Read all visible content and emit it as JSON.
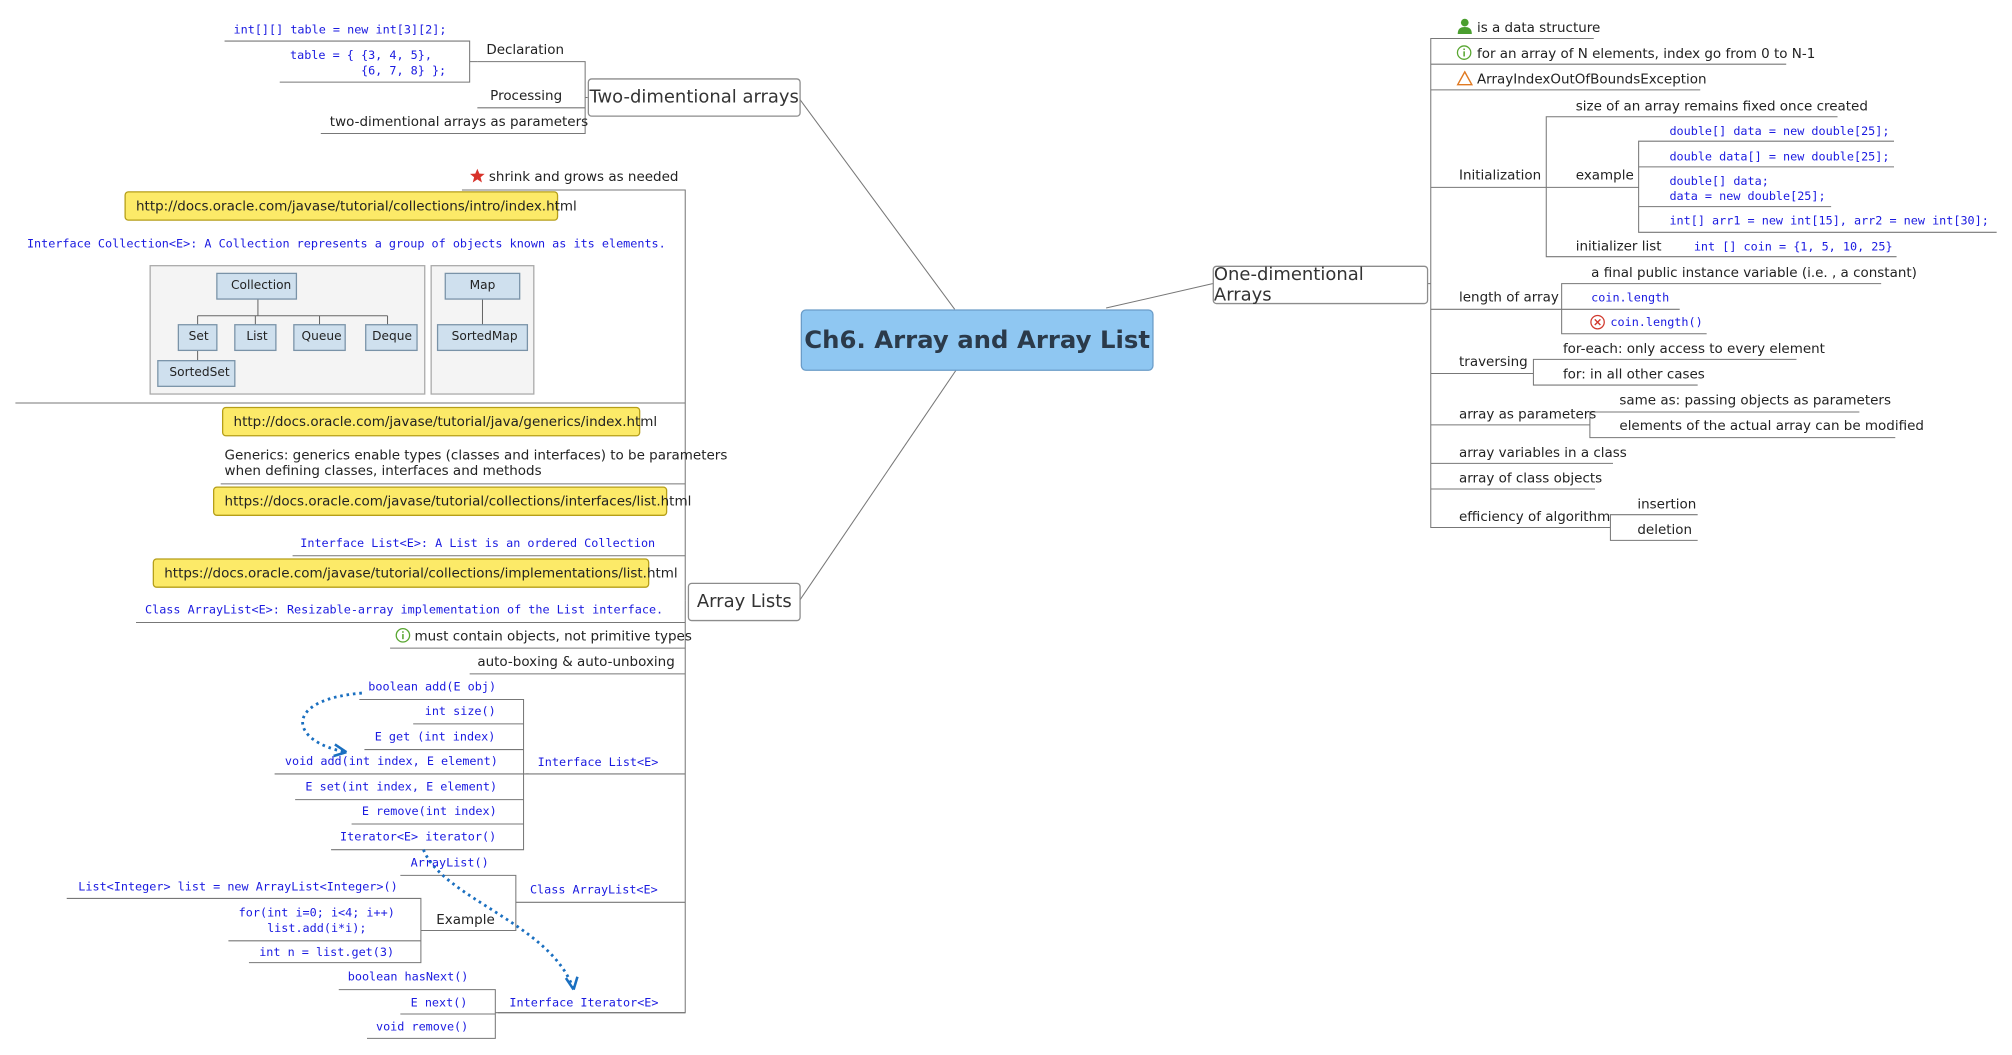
{
  "title": "Ch6. Array and Array List",
  "two_dim": {
    "label": "Two-dimentional arrays",
    "declaration": "Declaration",
    "decl_code1": "int[][] table = new int[3][2];",
    "decl_code2": "table = { {3, 4, 5},\n          {6, 7, 8} };",
    "processing": "Processing",
    "params": "two-dimentional arrays as parameters"
  },
  "array_lists": {
    "label": "Array Lists",
    "shrink": "shrink and grows as needed",
    "link_collections": "http://docs.oracle.com/javase/tutorial/collections/intro/index.html",
    "interface_collection": "Interface Collection<E>: A Collection represents a group of objects known as its elements.",
    "hierarchy": [
      "Collection",
      "Set",
      "List",
      "Queue",
      "Deque",
      "SortedSet",
      "Map",
      "SortedMap"
    ],
    "link_generics": "http://docs.oracle.com/javase/tutorial/java/generics/index.html",
    "generics_text": "Generics: generics enable types (classes and interfaces) to be parameters\nwhen defining classes, interfaces and methods",
    "link_list": "https://docs.oracle.com/javase/tutorial/collections/interfaces/list.html",
    "interface_list_desc": "Interface List<E>: A List is an ordered Collection",
    "link_impl": "https://docs.oracle.com/javase/tutorial/collections/implementations/list.html",
    "class_arraylist_desc": "Class ArrayList<E>: Resizable-array implementation of the List interface.",
    "must_contain": "must contain objects, not primitive types",
    "autoboxing": "auto-boxing & auto-unboxing",
    "interface_list": "Interface List<E>",
    "list_methods": [
      "boolean add(E obj)",
      "int size()",
      "E get (int index)",
      "void add(int index, E element)",
      "E set(int index, E element)",
      "E remove(int index)",
      "Iterator<E> iterator()"
    ],
    "class_arraylist": "Class ArrayList<E>",
    "arraylist_ctor": "ArrayList()",
    "example": "Example",
    "example_code": [
      "List<Integer> list = new ArrayList<Integer>()",
      "for(int i=0; i<4; i++)\n    list.add(i*i);",
      "int n = list.get(3)"
    ],
    "interface_iterator": "Interface Iterator<E>",
    "iterator_methods": [
      "boolean hasNext()",
      "E next()",
      "void remove()"
    ]
  },
  "one_dim": {
    "label": "One-dimentional Arrays",
    "data_structure": "is a data structure",
    "index_range": "for an array of N elements, index go from 0 to N-1",
    "exception": "ArrayIndexOutOfBoundsException",
    "initialization": "Initialization",
    "fixed_size": "size of an array remains fixed once created",
    "example": "example",
    "example_codes": [
      "double[] data = new double[25];",
      "double data[] = new double[25];",
      "double[] data;\ndata = new double[25];",
      "int[] arr1 = new int[15], arr2 = new int[30];"
    ],
    "initializer_list": "initializer list",
    "initializer_code": "int [] coin = {1, 5, 10, 25}",
    "length_of_array": "length of array",
    "final_var": "a final public instance variable (i.e. , a constant)",
    "coin_length": "coin.length",
    "coin_length_wrong": "coin.length()",
    "traversing": "traversing",
    "for_each": "for-each: only access to every element",
    "for_other": "for: in all other cases",
    "array_as_params": "array as parameters",
    "same_as": "same as: passing objects as parameters",
    "modified": "elements of the actual array can be modified",
    "array_vars_class": "array variables in a class",
    "array_class_objects": "array of class objects",
    "efficiency": "efficiency of algorithm",
    "insertion": "insertion",
    "deletion": "deletion"
  },
  "colors": {
    "central": "#8fc7f2",
    "callout": "#fcea68",
    "code": "#1a1ae0",
    "arrow": "#1a6fc0"
  },
  "icons": [
    "person-icon",
    "info-icon",
    "warning-icon",
    "star-icon",
    "globe-icon",
    "error-icon"
  ]
}
